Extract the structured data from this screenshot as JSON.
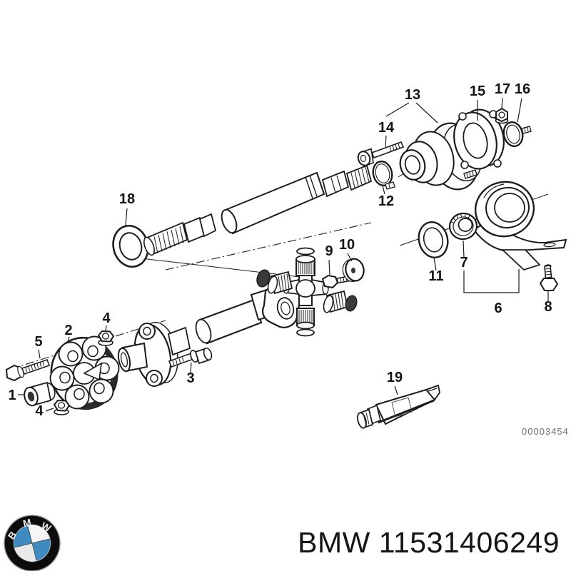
{
  "colors": {
    "bmw_blue": "#3f8bbf",
    "ink": "#1c1c1c",
    "drawing_number_gray": "#6e6e6e"
  },
  "diagram": {
    "drawing_number": "00003454",
    "labels": {
      "n1": "1",
      "n2": "2",
      "n3": "3",
      "n4a": "4",
      "n4b": "4",
      "n5": "5",
      "n6": "6",
      "n7": "7",
      "n8": "8",
      "n9": "9",
      "n10": "10",
      "n11": "11",
      "n12": "12",
      "n13": "13",
      "n14": "14",
      "n15": "15",
      "n16": "16",
      "n17": "17",
      "n18": "18",
      "n19": "19"
    }
  },
  "footer": {
    "part_text": "BMW 11531406249",
    "logo_letters": [
      "B",
      "M",
      "W"
    ]
  }
}
